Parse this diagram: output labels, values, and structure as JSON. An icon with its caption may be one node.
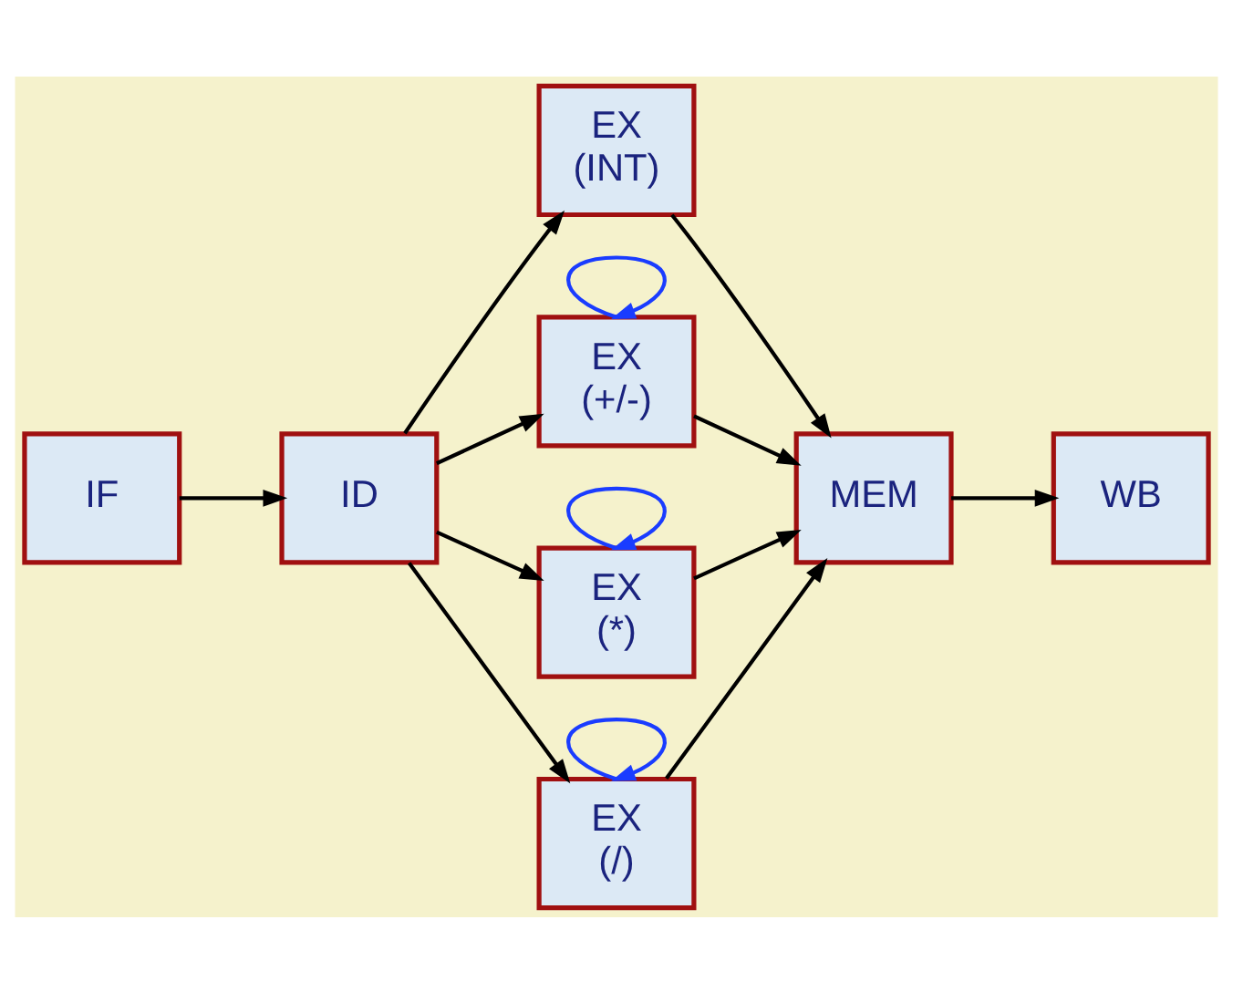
{
  "diagram": {
    "nodes": [
      {
        "text": [
          "IF"
        ]
      },
      {
        "text": [
          "ID"
        ]
      },
      {
        "text": [
          "EX (INT)"
        ]
      },
      {
        "text": [
          "EX (+/-)"
        ]
      },
      {
        "text": [
          "EX (*)"
        ]
      },
      {
        "text": [
          "EX (/)"
        ]
      },
      {
        "text": [
          "MEM"
        ]
      },
      {
        "text": [
          "WB"
        ]
      }
    ],
    "edges": [
      {
        "from": 0,
        "to": 1,
        "arrow": "to"
      },
      {
        "from": 1,
        "to": 2,
        "arrow": "to"
      },
      {
        "from": 1,
        "to": 3,
        "arrow": "to"
      },
      {
        "from": 1,
        "to": 4,
        "arrow": "to"
      },
      {
        "from": 1,
        "to": 5,
        "arrow": "to"
      },
      {
        "from": 3,
        "to": 3,
        "arrow": "to",
        "color": "#1a3cff"
      },
      {
        "from": 4,
        "to": 4,
        "arrow": "to",
        "color": "#1a3cff"
      },
      {
        "from": 5,
        "to": 5,
        "arrow": "to",
        "color": "#1a3cff"
      },
      {
        "from": 2,
        "to": 6,
        "arrow": "to"
      },
      {
        "from": 3,
        "to": 6,
        "arrow": "to"
      },
      {
        "from": 4,
        "to": 6,
        "arrow": "to"
      },
      {
        "from": 5,
        "to": 6,
        "arrow": "to"
      },
      {
        "from": 6,
        "to": 7,
        "arrow": "to"
      }
    ]
  }
}
